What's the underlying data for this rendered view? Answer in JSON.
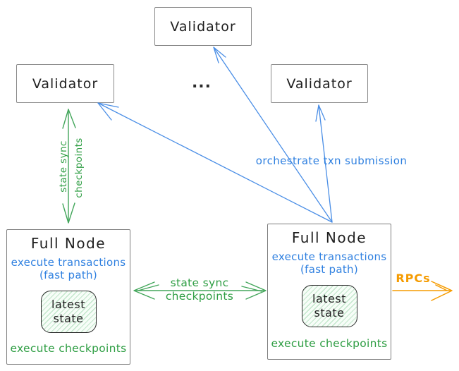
{
  "colors": {
    "blue": "#2f80e0",
    "blue_line": "#4a8ee6",
    "green": "#2f9e44",
    "green_line": "#43a65b",
    "orange": "#f59b00",
    "ink": "#1f1f1f"
  },
  "validators": [
    {
      "position": "top",
      "label": "Validator"
    },
    {
      "position": "left",
      "label": "Validator"
    },
    {
      "position": "right",
      "label": "Validator"
    }
  ],
  "ellipsis": "...",
  "full_nodes": [
    {
      "position": "left",
      "title": "Full Node",
      "exec_line1": "execute transactions",
      "exec_line2": "(fast path)",
      "state_lines": [
        "latest",
        "state"
      ],
      "footer": "execute checkpoints"
    },
    {
      "position": "right",
      "title": "Full Node",
      "exec_line1": "execute transactions",
      "exec_line2": "(fast path)",
      "state_lines": [
        "latest",
        "state"
      ],
      "footer": "execute checkpoints"
    }
  ],
  "edge_labels": {
    "vertical_state_sync_line1": "state sync",
    "vertical_state_sync_line2": "checkpoints",
    "horizontal_state_sync_line1": "state sync",
    "horizontal_state_sync_line2": "checkpoints",
    "orchestrate": "orchestrate txn submission",
    "rpcs": "RPCs"
  }
}
